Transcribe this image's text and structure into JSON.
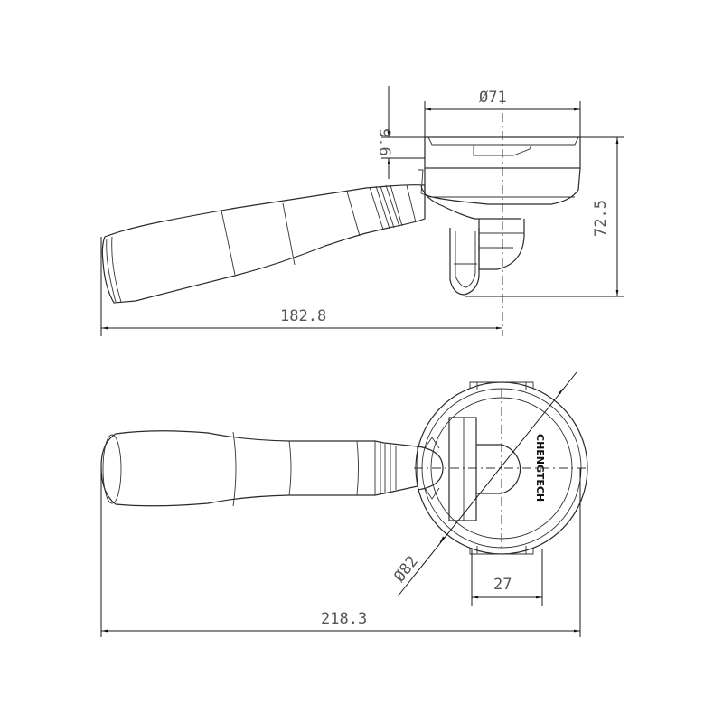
{
  "drawing": {
    "subject": "portafilter",
    "side_view": {
      "dimensions": {
        "top_diameter": "Ø71",
        "rim_height": "9.6",
        "total_height": "72.5",
        "side_length": "182.8"
      }
    },
    "top_view": {
      "dimensions": {
        "basket_diameter": "Ø82",
        "spout_width": "27",
        "total_length": "218.3"
      },
      "brand_text": "CHENGTECH"
    },
    "colors": {
      "line": "#2a2a2a",
      "dimension_text": "#555555",
      "background": "#ffffff"
    }
  }
}
